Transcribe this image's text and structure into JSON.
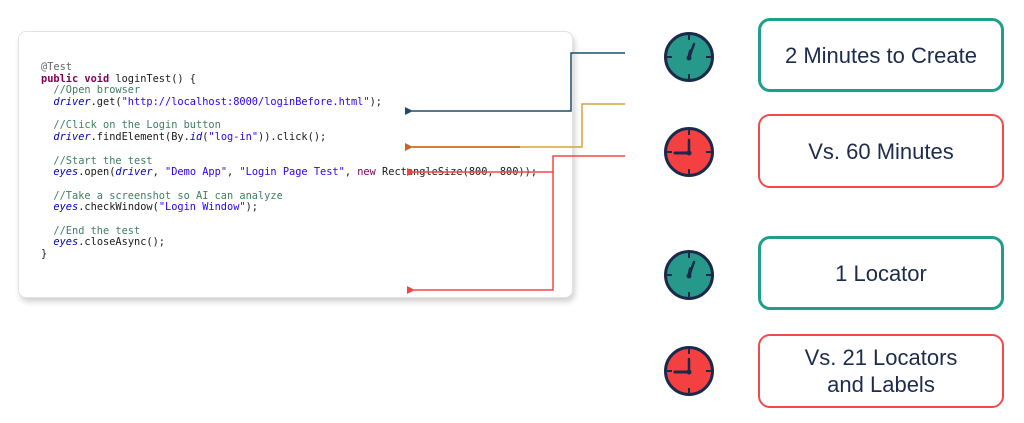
{
  "code_card": {
    "lines": [
      {
        "indent": 0,
        "tokens": [
          {
            "t": "@Test",
            "c": "ann"
          }
        ]
      },
      {
        "indent": 0,
        "tokens": [
          {
            "t": "public void",
            "c": "kw"
          },
          {
            "t": " loginTest() {",
            "c": ""
          }
        ]
      },
      {
        "indent": 1,
        "tokens": [
          {
            "t": "//Open browser",
            "c": "cm"
          }
        ]
      },
      {
        "indent": 1,
        "tokens": [
          {
            "t": "driver",
            "c": "it"
          },
          {
            "t": ".get(",
            "c": ""
          },
          {
            "t": "\"http://localhost:8000/loginBefore.html\"",
            "c": "st"
          },
          {
            "t": ");",
            "c": ""
          }
        ]
      },
      {
        "indent": 0,
        "tokens": []
      },
      {
        "indent": 1,
        "tokens": [
          {
            "t": "//Click on the Login button",
            "c": "cm"
          }
        ]
      },
      {
        "indent": 1,
        "tokens": [
          {
            "t": "driver",
            "c": "it"
          },
          {
            "t": ".findElement(By.",
            "c": ""
          },
          {
            "t": "id",
            "c": "it"
          },
          {
            "t": "(",
            "c": ""
          },
          {
            "t": "\"log-in\"",
            "c": "st"
          },
          {
            "t": ")).click();",
            "c": ""
          }
        ]
      },
      {
        "indent": 0,
        "tokens": []
      },
      {
        "indent": 1,
        "tokens": [
          {
            "t": "//Start the test",
            "c": "cm"
          }
        ]
      },
      {
        "indent": 1,
        "tokens": [
          {
            "t": "eyes",
            "c": "it"
          },
          {
            "t": ".open(",
            "c": ""
          },
          {
            "t": "driver",
            "c": "it"
          },
          {
            "t": ", ",
            "c": ""
          },
          {
            "t": "\"Demo App\"",
            "c": "st"
          },
          {
            "t": ", ",
            "c": ""
          },
          {
            "t": "\"Login Page Test\"",
            "c": "st"
          },
          {
            "t": ", ",
            "c": ""
          },
          {
            "t": "new",
            "c": "kw2"
          },
          {
            "t": " RectangleSize(800, 800));",
            "c": ""
          }
        ]
      },
      {
        "indent": 0,
        "tokens": []
      },
      {
        "indent": 1,
        "tokens": [
          {
            "t": "//Take a screenshot so AI can analyze",
            "c": "cm"
          }
        ]
      },
      {
        "indent": 1,
        "tokens": [
          {
            "t": "eyes",
            "c": "it"
          },
          {
            "t": ".checkWindow(",
            "c": ""
          },
          {
            "t": "\"Login Window\"",
            "c": "st"
          },
          {
            "t": ");",
            "c": ""
          }
        ]
      },
      {
        "indent": 0,
        "tokens": []
      },
      {
        "indent": 1,
        "tokens": [
          {
            "t": "//End the test",
            "c": "cm"
          }
        ]
      },
      {
        "indent": 1,
        "tokens": [
          {
            "t": "eyes",
            "c": "it"
          },
          {
            "t": ".closeAsync();",
            "c": ""
          }
        ]
      },
      {
        "indent": 0,
        "tokens": [
          {
            "t": "}",
            "c": ""
          }
        ]
      }
    ]
  },
  "colors": {
    "teal": "#1f9e8c",
    "red": "#f04a4a",
    "navy": "#1d2c4c",
    "connector_blue": "#1e4d6b",
    "connector_orange": "#c8661e",
    "connector_gold": "#d4a43a",
    "connector_red": "#f24646"
  },
  "comparisons": [
    {
      "id": "create-time",
      "label": "2 Minutes to Create",
      "variant": "green",
      "clock_icon": "clock-icon-teal"
    },
    {
      "id": "manual-time",
      "label": "Vs. 60 Minutes",
      "variant": "red",
      "clock_icon": "clock-icon-red"
    },
    {
      "id": "locators",
      "label": "1 Locator",
      "variant": "green",
      "clock_icon": "clock-icon-teal"
    },
    {
      "id": "manual-locators",
      "label": "Vs. 21 Locators and Labels",
      "variant": "red",
      "clock_icon": "clock-icon-red"
    }
  ]
}
